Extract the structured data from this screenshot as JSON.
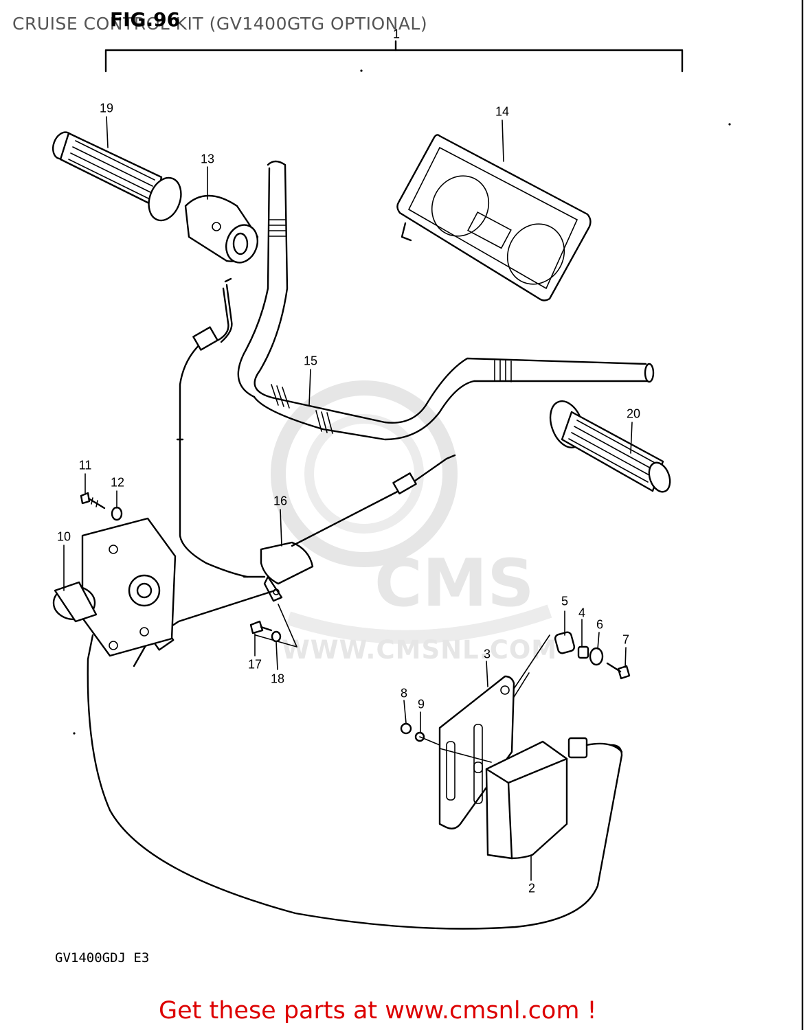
{
  "header": {
    "title": "CRUISE CONTROL KIT (GV1400GTG OPTIONAL)",
    "figure_label": "FIG.96"
  },
  "diagram": {
    "assembly_callout": "1",
    "model_code": "GV1400GDJ E3",
    "callouts": [
      "19",
      "13",
      "14",
      "15",
      "20",
      "11",
      "12",
      "10",
      "16",
      "5",
      "4",
      "6",
      "7",
      "3",
      "8",
      "9",
      "17",
      "18",
      "2"
    ]
  },
  "watermark": {
    "logo_text": "CMS",
    "url_text": "WWW.CMSNL.COM"
  },
  "footer": {
    "link_text": "Get these parts at www.cmsnl.com !",
    "link_color": "#dd0000"
  }
}
